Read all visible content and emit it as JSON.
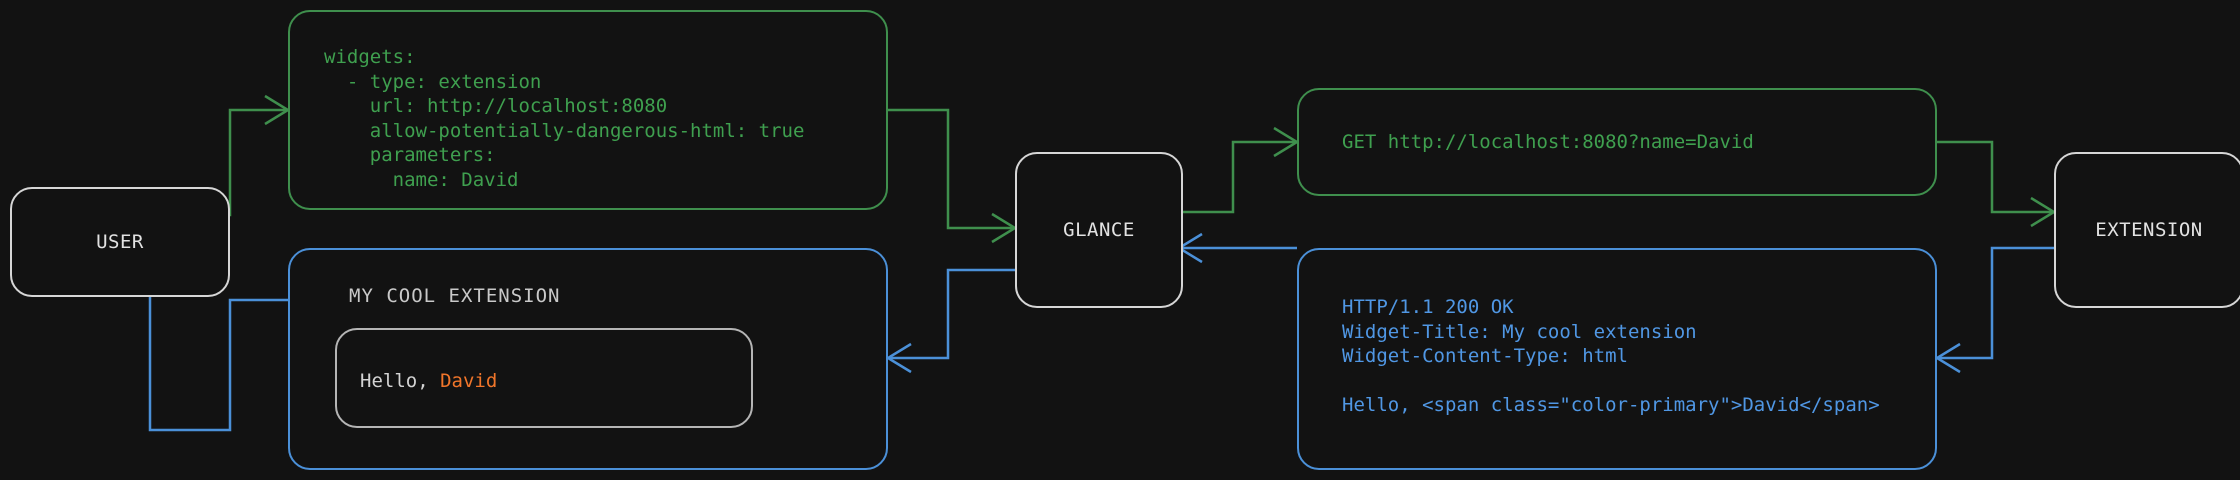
{
  "theme": {
    "background": "#121212",
    "node_border": "#d6d6d6",
    "node_text": "#e2e2e2",
    "green": "#3fa04f",
    "green_border": "#3f8f4d",
    "blue": "#5097e4",
    "blue_border": "#4b90d8",
    "card_border": "#b5b5b5",
    "card_text": "#d3d3d3",
    "accent": "#f0752a"
  },
  "nodes": {
    "user": "USER",
    "glance": "GLANCE",
    "extension": "EXTENSION"
  },
  "panels": {
    "config": {
      "color": "green",
      "text": "widgets:\n  - type: extension\n    url: http://localhost:8080\n    allow-potentially-dangerous-html: true\n    parameters:\n      name: David"
    },
    "request": {
      "color": "green",
      "text": "GET http://localhost:8080?name=David"
    },
    "response": {
      "color": "blue",
      "text": "HTTP/1.1 200 OK\nWidget-Title: My cool extension\nWidget-Content-Type: html\n\nHello, <span class=\"color-primary\">David</span>"
    },
    "widget": {
      "color": "blue",
      "title": "MY COOL EXTENSION",
      "greeting_prefix": "Hello, ",
      "greeting_name": "David"
    }
  },
  "flow": {
    "request_color": "#3f8f4d",
    "response_color": "#4b90d8",
    "edges": [
      {
        "name": "user-to-config",
        "color": "green",
        "direction": "right"
      },
      {
        "name": "config-to-glance",
        "color": "green",
        "direction": "right"
      },
      {
        "name": "glance-to-request",
        "color": "green",
        "direction": "right"
      },
      {
        "name": "request-to-extension",
        "color": "green",
        "direction": "right"
      },
      {
        "name": "extension-to-response",
        "color": "blue",
        "direction": "left"
      },
      {
        "name": "response-to-glance",
        "color": "blue",
        "direction": "left"
      },
      {
        "name": "glance-to-widget",
        "color": "blue",
        "direction": "left"
      },
      {
        "name": "widget-to-user",
        "color": "blue",
        "direction": "left"
      }
    ]
  }
}
